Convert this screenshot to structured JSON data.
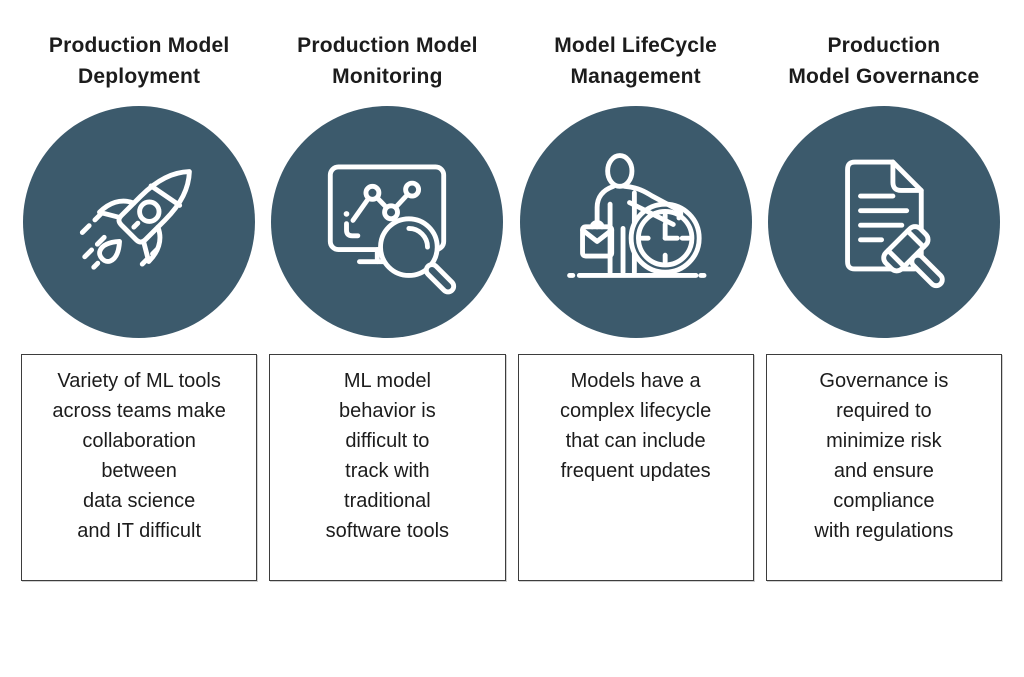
{
  "theme": {
    "circle_color": "#3C5A6C",
    "icon_color": "#ffffff",
    "text_color": "#1c1c1c",
    "box_border_color": "#3d3d3d",
    "background": "#ffffff"
  },
  "cards": [
    {
      "icon": "rocket-icon",
      "title_lines": [
        "Production Model",
        "Deployment"
      ],
      "body_lines": [
        "Variety of ML tools",
        "across teams make",
        "collaboration",
        "between",
        "data science",
        "and IT difficult"
      ]
    },
    {
      "icon": "monitor-magnifier-icon",
      "title_lines": [
        "Production Model",
        "Monitoring"
      ],
      "body_lines": [
        "ML model",
        "behavior is",
        "difficult to",
        "track with",
        "traditional",
        "software tools"
      ]
    },
    {
      "icon": "person-clock-icon",
      "title_lines": [
        "Model LifeCycle",
        "Management"
      ],
      "body_lines": [
        "Models have a",
        "complex lifecycle",
        "that can include",
        "frequent updates"
      ]
    },
    {
      "icon": "document-gavel-icon",
      "title_lines": [
        "Production",
        "Model Governance"
      ],
      "body_lines": [
        "Governance is",
        "required to",
        "minimize risk",
        "and ensure",
        "compliance",
        "with regulations"
      ]
    }
  ]
}
